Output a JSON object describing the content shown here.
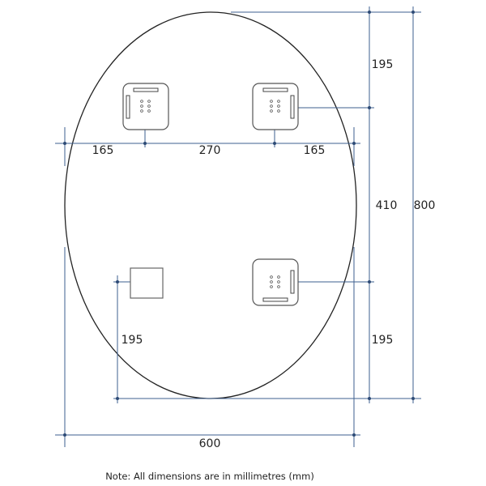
{
  "diagram": {
    "dimensions": {
      "top_offset": "195",
      "left_margin": "165",
      "bracket_spacing": "270",
      "right_margin": "165",
      "bracket_vertical_spacing": "410",
      "total_height": "800",
      "bottom_left_offset": "195",
      "bottom_right_offset": "195",
      "total_width": "600"
    },
    "note": "Note: All dimensions are in millimetres (mm)",
    "colors": {
      "dimension_line": "#3d5f8f",
      "outline": "#222222"
    }
  }
}
